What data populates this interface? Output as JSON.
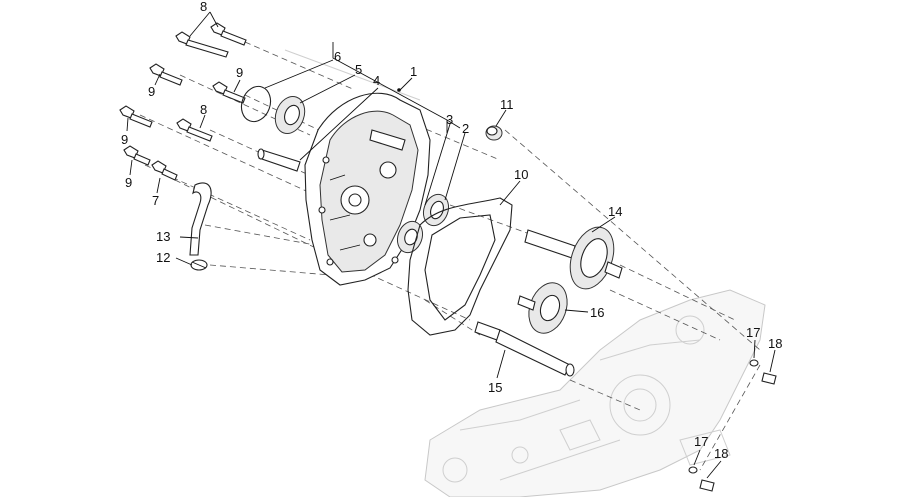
{
  "labels": {
    "l1": "1",
    "l2": "2",
    "l3": "3",
    "l4": "4",
    "l5": "5",
    "l6": "6",
    "l7": "7",
    "l8a": "8",
    "l8b": "8",
    "l9a": "9",
    "l9b": "9",
    "l9c": "9",
    "l9d": "9",
    "l10": "10",
    "l11": "11",
    "l12": "12",
    "l13": "13",
    "l14": "14",
    "l15": "15",
    "l16": "16",
    "l17a": "17",
    "l17b": "17",
    "l18a": "18",
    "l18b": "18"
  }
}
